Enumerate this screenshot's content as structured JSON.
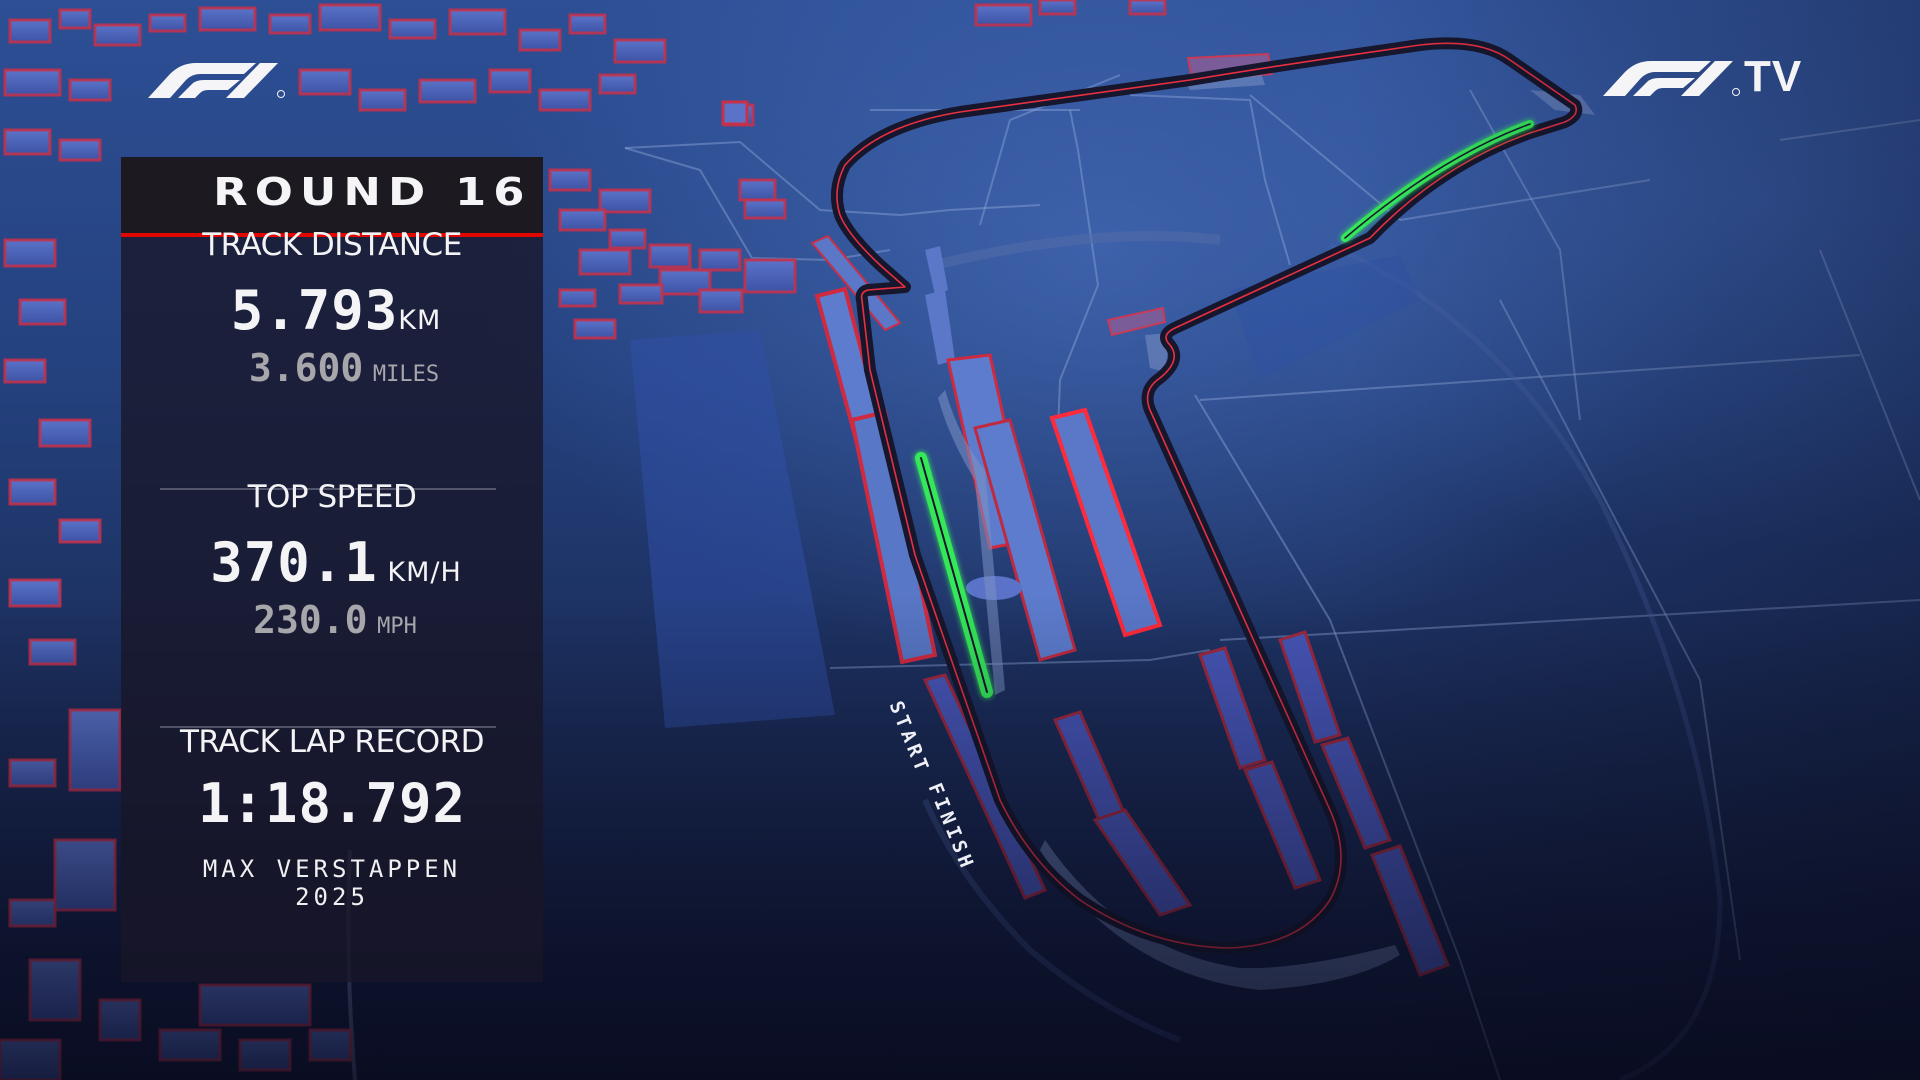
{
  "branding": {
    "left_logo": "F1",
    "right_logo": "F1",
    "right_logo_suffix": "TV",
    "registered_mark": "®"
  },
  "panel": {
    "title": "ROUND 16",
    "accent_color": "#e10600",
    "stats": {
      "track_distance": {
        "label": "TRACK DISTANCE",
        "value": "5.793",
        "unit": "KM",
        "alt_value": "3.600",
        "alt_unit": "MILES"
      },
      "top_speed": {
        "label": "TOP SPEED",
        "value": "370.1",
        "unit": "KM/H",
        "alt_value": "230.0",
        "alt_unit": "MPH"
      },
      "lap_record": {
        "label": "TRACK LAP RECORD",
        "value": "1:18.792",
        "driver": "MAX VERSTAPPEN",
        "year": "2025"
      }
    }
  },
  "map": {
    "start_label": "START",
    "finish_label": "FINISH",
    "track_color": "#15152a",
    "kerb_color": "#ff3344",
    "drs_color": "#36e85a",
    "ground_color": "#2a4a8e"
  }
}
